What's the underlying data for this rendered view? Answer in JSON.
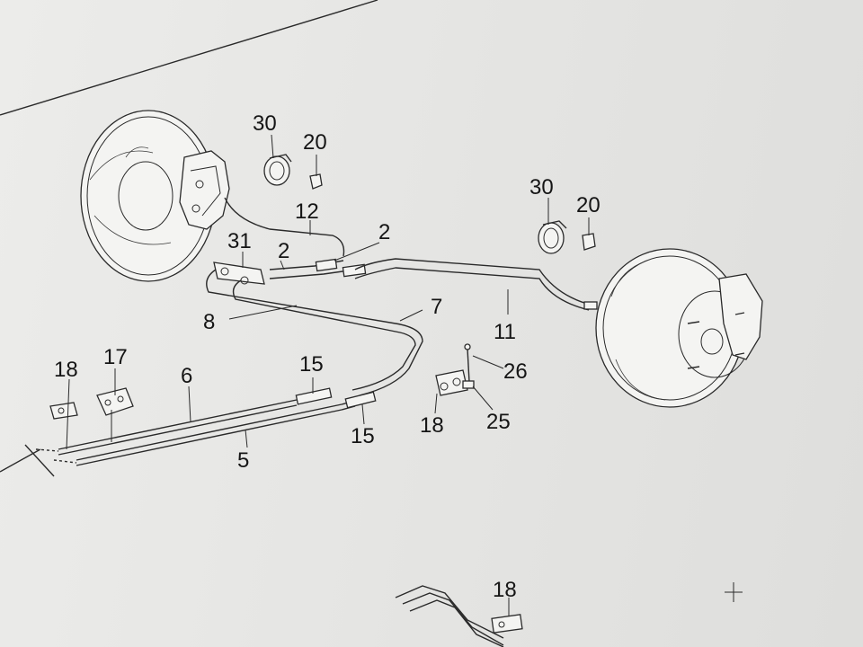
{
  "diagram": {
    "callouts": {
      "c30_left": "30",
      "c20_left": "20",
      "c12": "12",
      "c2_upper": "2",
      "c31": "31",
      "c2_lower": "2",
      "c30_right": "30",
      "c20_right": "20",
      "c7": "7",
      "c8": "8",
      "c11": "11",
      "c18_left": "18",
      "c17": "17",
      "c6": "6",
      "c15_upper": "15",
      "c26": "26",
      "c18_mid": "18",
      "c25": "25",
      "c15_lower": "15",
      "c5": "5",
      "c18_bottom": "18"
    }
  }
}
